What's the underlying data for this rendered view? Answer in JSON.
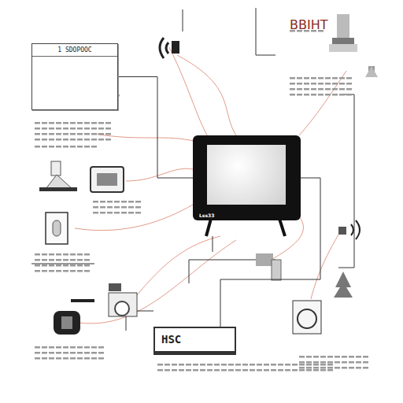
{
  "diagram": {
    "nodes": [
      {
        "text": [
          "1 SDOPOOC"
        ]
      },
      {
        "text": [
          "Lss33"
        ]
      },
      {
        "text": [
          "HSC"
        ]
      }
    ],
    "edges": [
      {
        "from": 0,
        "to": 1,
        "arrow": "none"
      },
      {
        "from": 2,
        "to": 1,
        "arrow": "none"
      }
    ],
    "labels": [
      "BBIHT"
    ]
  }
}
